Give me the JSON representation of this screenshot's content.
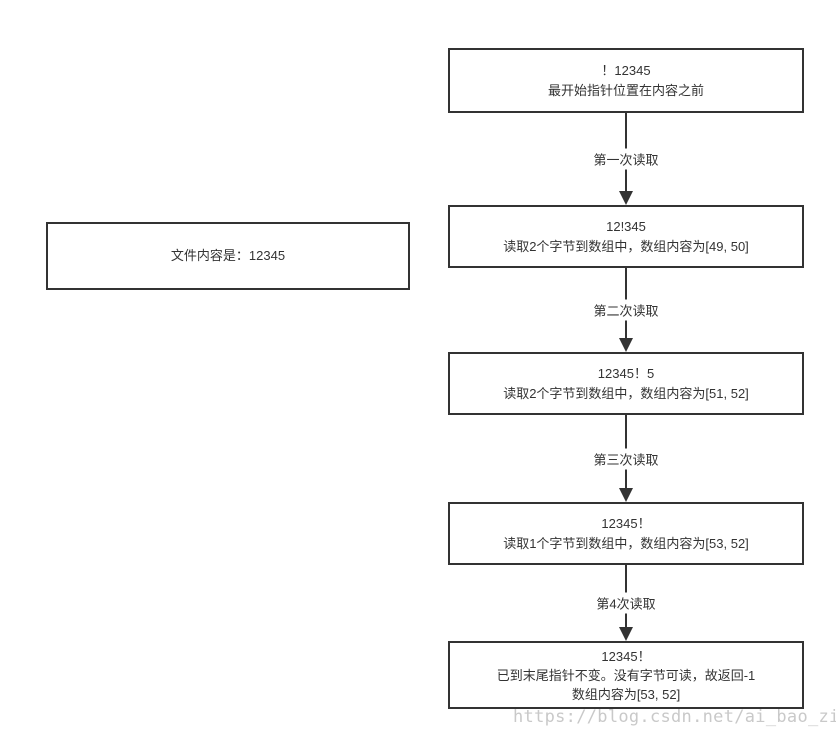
{
  "colors": {
    "border": "#333333",
    "text": "#333333",
    "watermark": "#c9c9c9",
    "background": "#ffffff"
  },
  "file_box": {
    "text": "文件内容是：12345"
  },
  "flow": {
    "steps": [
      {
        "lines": [
          "！12345",
          "最开始指针位置在内容之前"
        ]
      },
      {
        "lines": [
          "12!345",
          "读取2个字节到数组中，数组内容为[49, 50]"
        ]
      },
      {
        "lines": [
          "12345！5",
          "读取2个字节到数组中，数组内容为[51, 52]"
        ]
      },
      {
        "lines": [
          "12345！",
          "读取1个字节到数组中，数组内容为[53, 52]"
        ]
      },
      {
        "lines": [
          "12345！",
          "已到末尾指针不变。没有字节可读，故返回-1",
          "数组内容为[53, 52]"
        ]
      }
    ],
    "arrows": [
      {
        "label": "第一次读取"
      },
      {
        "label": "第二次读取"
      },
      {
        "label": "第三次读取"
      },
      {
        "label": "第4次读取"
      }
    ]
  },
  "watermark": "https://blog.csdn.net/ai_bao_zi"
}
